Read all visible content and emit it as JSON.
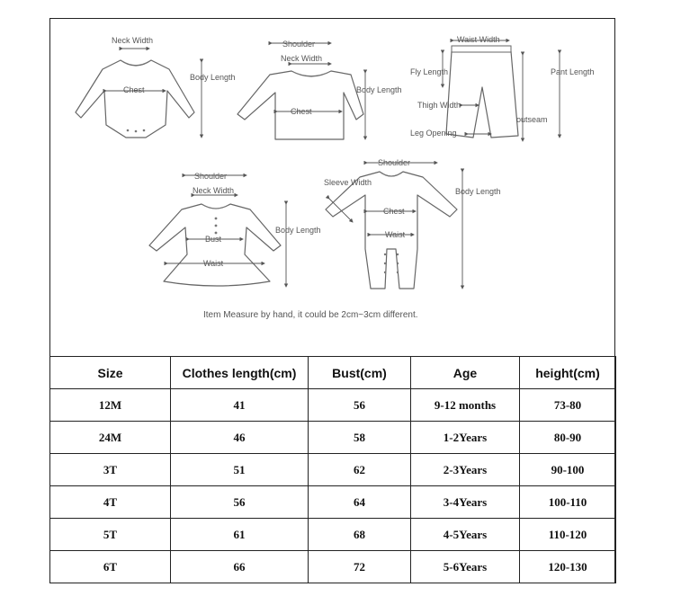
{
  "diagram": {
    "bodysuit": {
      "neck_width": "Neck Width",
      "chest": "Chest",
      "body_length": "Body Length"
    },
    "top": {
      "shoulder": "Shoulder",
      "neck_width": "Neck Width",
      "chest": "Chest",
      "body_length": "Body Length"
    },
    "pants": {
      "waist_width": "Waist Width",
      "fly_length": "Fly Length",
      "pant_length": "Pant Length",
      "thigh_width": "Thigh Width",
      "outseam": "outseam",
      "leg_opening": "Leg Opening"
    },
    "dress": {
      "shoulder": "Shoulder",
      "neck_width": "Neck Width",
      "bust": "Bust",
      "waist": "Waist",
      "body_length": "Body Length"
    },
    "romper": {
      "shoulder": "Shoulder",
      "sleeve_width": "Sleeve Width",
      "chest": "Chest",
      "waist": "Waist",
      "body_length": "Body Length"
    },
    "note": "Item Measure by hand, it could be 2cm~3cm different."
  },
  "table": {
    "headers": [
      "Size",
      "Clothes length(cm)",
      "Bust(cm)",
      "Age",
      "height(cm)"
    ],
    "rows": [
      [
        "12M",
        "41",
        "56",
        "9-12 months",
        "73-80"
      ],
      [
        "24M",
        "46",
        "58",
        "1-2Years",
        "80-90"
      ],
      [
        "3T",
        "51",
        "62",
        "2-3Years",
        "90-100"
      ],
      [
        "4T",
        "56",
        "64",
        "3-4Years",
        "100-110"
      ],
      [
        "5T",
        "61",
        "68",
        "4-5Years",
        "110-120"
      ],
      [
        "6T",
        "66",
        "72",
        "5-6Years",
        "120-130"
      ]
    ]
  }
}
